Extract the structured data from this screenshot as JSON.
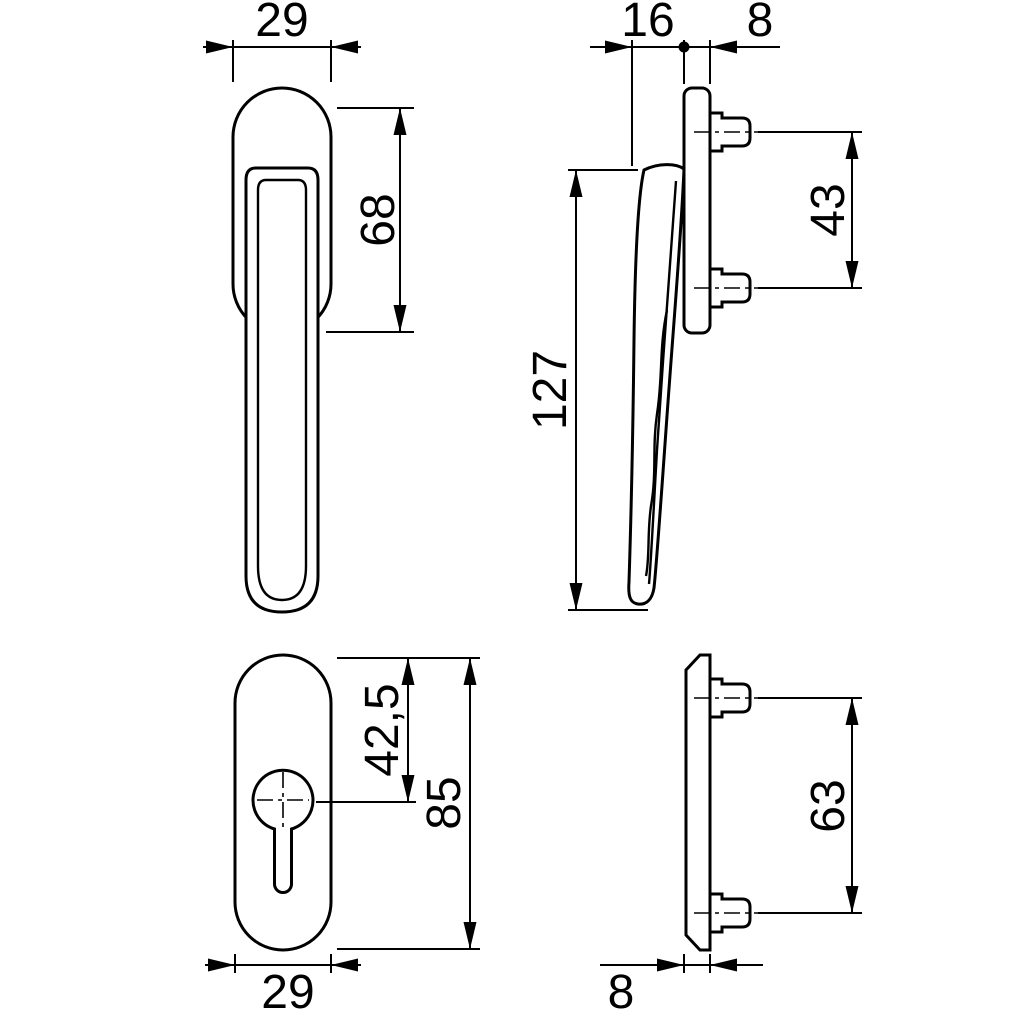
{
  "drawing": {
    "colors": {
      "line": "#000000",
      "background": "#ffffff"
    },
    "views": {
      "handle_front": {
        "width": "29",
        "grip_length": "68"
      },
      "handle_side": {
        "grip_depth": "16",
        "plate_thickness": "8",
        "stud_spacing": "43",
        "length": "127"
      },
      "escutcheon_front": {
        "cylinder_offset": "42,5",
        "height": "85",
        "width": "29"
      },
      "escutcheon_side": {
        "stud_spacing": "63",
        "thickness": "8"
      }
    }
  }
}
